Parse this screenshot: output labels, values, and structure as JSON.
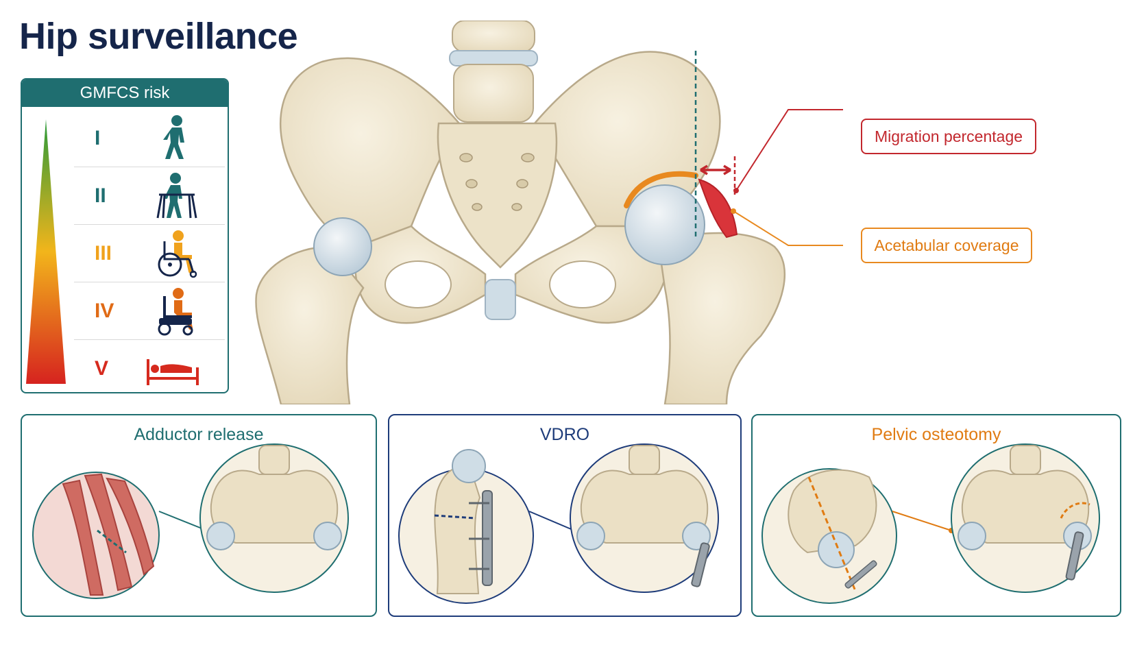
{
  "title": "Hip surveillance",
  "gmfcs": {
    "header": "GMFCS risk",
    "levels": [
      {
        "label": "I",
        "icon": "walking-child-icon",
        "color": "#1f6e70"
      },
      {
        "label": "II",
        "icon": "walker-child-icon",
        "color": "#1f6e70"
      },
      {
        "label": "III",
        "icon": "manual-wheelchair-icon",
        "color": "#f0a21d"
      },
      {
        "label": "IV",
        "icon": "power-wheelchair-icon",
        "color": "#e06b16"
      },
      {
        "label": "V",
        "icon": "bed-icon",
        "color": "#d62a1e"
      }
    ],
    "risk_gradient": [
      "#2a9a3a",
      "#f2b51b",
      "#d6231f"
    ]
  },
  "callouts": {
    "migration": {
      "label": "Migration percentage",
      "color": "#c2272d"
    },
    "coverage": {
      "label": "Acetabular coverage",
      "color": "#e8891f"
    }
  },
  "panels": [
    {
      "title": "Adductor release",
      "color": "#1f6e70"
    },
    {
      "title": "VDRO",
      "color": "#1e3c7a"
    },
    {
      "title": "Pelvic osteotomy",
      "color": "#e07b12"
    }
  ],
  "colors": {
    "bone": "#efe6d0",
    "bone_stroke": "#b8a98a",
    "cartilage": "#cfdde6",
    "navy": "#15254a",
    "teal": "#1f6e70"
  }
}
